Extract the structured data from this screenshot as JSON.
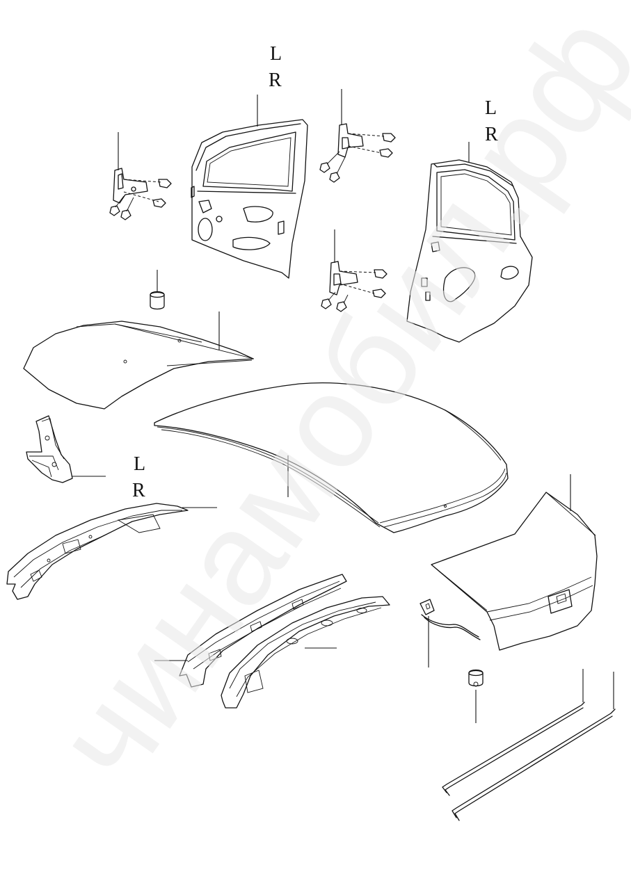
{
  "callouts": {
    "front_door": {
      "l": "L",
      "r": "R"
    },
    "rear_door": {
      "l": "L",
      "r": "R"
    },
    "side_rail": {
      "l": "L",
      "r": "R"
    }
  },
  "watermark_text": "чинамобил.рф",
  "colors": {
    "line": "#111111",
    "background": "#ffffff",
    "watermark": "#e9e9e9"
  }
}
